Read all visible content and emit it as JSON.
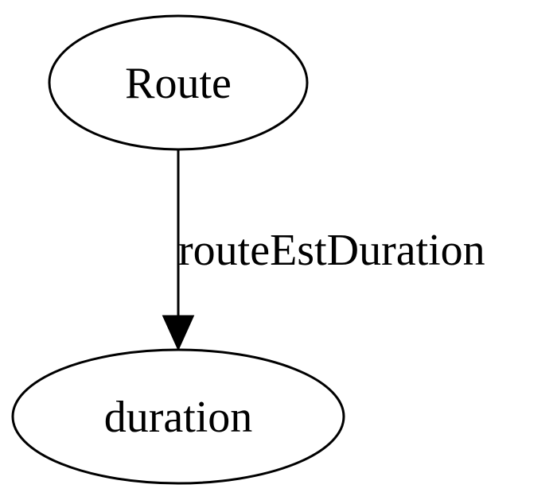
{
  "diagram": {
    "nodes": [
      {
        "id": "route",
        "label": "Route",
        "shape": "ellipse"
      },
      {
        "id": "duration",
        "label": "duration",
        "shape": "ellipse"
      }
    ],
    "edges": [
      {
        "from": "route",
        "to": "duration",
        "label": "routeEstDuration",
        "directed": true
      }
    ]
  }
}
